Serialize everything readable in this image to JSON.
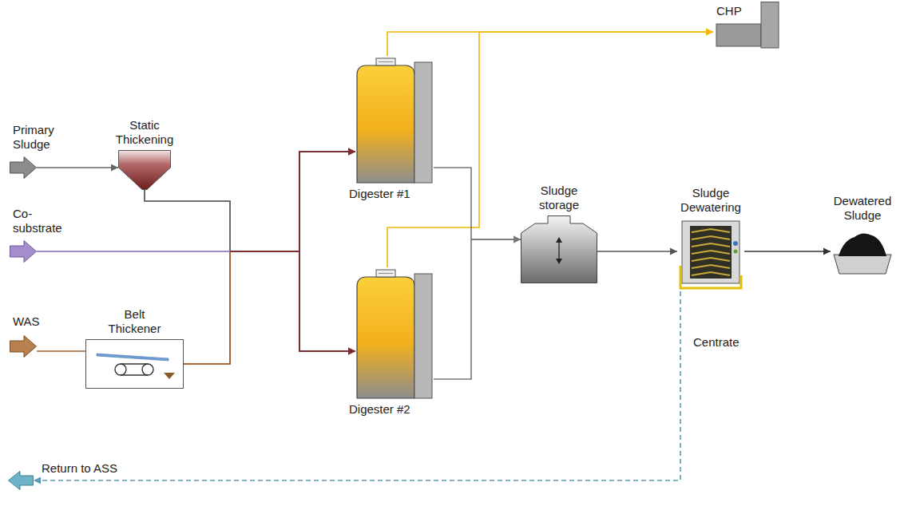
{
  "diagram": {
    "nodes": [
      {
        "text": [
          "Primary Sludge"
        ]
      },
      {
        "text": [
          "Static Thickening"
        ]
      },
      {
        "text": [
          "Co-substrate"
        ]
      },
      {
        "text": [
          "WAS"
        ]
      },
      {
        "text": [
          "Belt Thickener"
        ]
      },
      {
        "text": [
          "Digester #1"
        ]
      },
      {
        "text": [
          "Digester #2"
        ]
      },
      {
        "text": [
          "CHP"
        ]
      },
      {
        "text": [
          "Sludge storage"
        ]
      },
      {
        "text": [
          "Sludge Dewatering"
        ]
      },
      {
        "text": [
          "Dewatered Sludge"
        ]
      },
      {
        "text": [
          "Return to ASS"
        ]
      }
    ],
    "edges": [
      {
        "from": 0,
        "to": 1,
        "arrow": "to"
      },
      {
        "from": 1,
        "to": 5,
        "arrow": "to"
      },
      {
        "from": 1,
        "to": 6,
        "arrow": "to"
      },
      {
        "from": 2,
        "to": 5,
        "arrow": "to"
      },
      {
        "from": 2,
        "to": 6,
        "arrow": "to"
      },
      {
        "from": 3,
        "to": 4,
        "arrow": "none"
      },
      {
        "from": 4,
        "to": 5,
        "arrow": "to"
      },
      {
        "from": 4,
        "to": 6,
        "arrow": "to"
      },
      {
        "from": 5,
        "to": 7,
        "arrow": "to"
      },
      {
        "from": 6,
        "to": 7,
        "arrow": "to"
      },
      {
        "from": 5,
        "to": 8,
        "arrow": "to"
      },
      {
        "from": 6,
        "to": 8,
        "arrow": "to"
      },
      {
        "from": 8,
        "to": 9,
        "arrow": "to"
      },
      {
        "from": 9,
        "to": 10,
        "arrow": "to"
      },
      {
        "from": 9,
        "to": 11,
        "label": "Centrate",
        "arrow": "to"
      }
    ]
  }
}
